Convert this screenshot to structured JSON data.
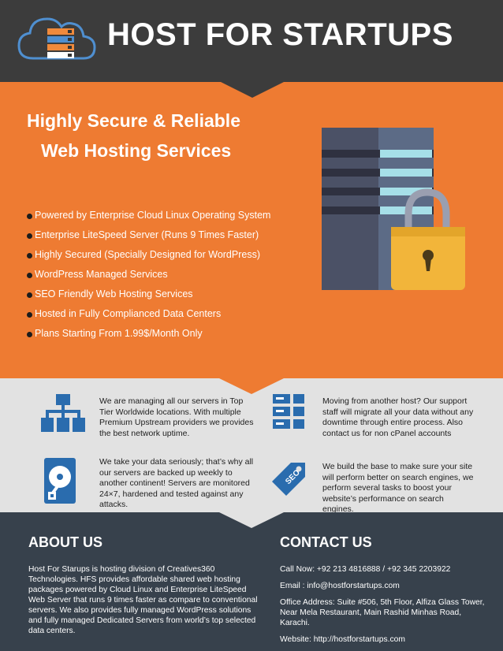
{
  "header": {
    "title": "HOST FOR STARTUPS",
    "logo_icon": "cloud-server-icon"
  },
  "hero": {
    "headline_1": "Highly Secure & Reliable",
    "headline_2": "Web Hosting Services",
    "features": [
      "Powered by Enterprise Cloud Linux Operating System",
      "Enterprise LiteSpeed Server (Runs 9 Times Faster)",
      "Highly Secured (Specially Designed for WordPress)",
      "WordPress Managed Services",
      "SEO Friendly Web Hosting Services",
      "Hosted in Fully Complianced Data Centers",
      "Plans Starting From  1.99$/Month Only"
    ],
    "art_icon": "server-lock-icon"
  },
  "info": {
    "network": {
      "icon": "network-hierarchy-icon",
      "text": "We are managing all our servers in Top Tier Worldwide locations. With multiple Premium Upstream providers we provides the best network uptime."
    },
    "migration": {
      "icon": "server-rack-icon",
      "text": "Moving from another host? Our support staff will migrate all your data without any downtime through entire process. Also contact us for non cPanel accounts"
    },
    "backup": {
      "icon": "hard-drive-icon",
      "text": "We take your data seriously; that’s why all our servers are backed up weekly to another continent! Servers are monitored 24×7, hardened and tested against any attacks."
    },
    "seo": {
      "icon": "seo-tag-icon",
      "tag_text": "SEO",
      "text": "We build the base to make sure your site will perform better on search engines, we perform several tasks to boost your website’s performance on search engines."
    }
  },
  "about": {
    "title": "ABOUT US",
    "text": "Host For Starups is hosting division of Creatives360 Technologies. HFS provides affordable shared web hosting packages powered by Cloud Linux and Enterprise LiteSpeed Web Server that runs 9 times faster as compare to conventional servers. We also provides fully managed WordPress solutions and fully managed Dedicated Servers from world’s top selected data centers."
  },
  "contact": {
    "title": "CONTACT US",
    "phone": "Call Now: +92 213 4816888 / +92 345 2203922",
    "email": "Email : info@hostforstartups.com",
    "address": "Office Address: Suite #506, 5th Floor, Alfiza Glass Tower, Near Mela Restaurant, Main Rashid Minhas Road, Karachi.",
    "website": "Website: http://hostforstartups.com"
  },
  "colors": {
    "header_bg": "#3c3c3c",
    "accent_orange": "#ee7b32",
    "info_bg": "#e2e2e2",
    "footer_bg": "#37414c",
    "icon_blue": "#2a6cae",
    "lock_gold": "#f2b53a"
  }
}
